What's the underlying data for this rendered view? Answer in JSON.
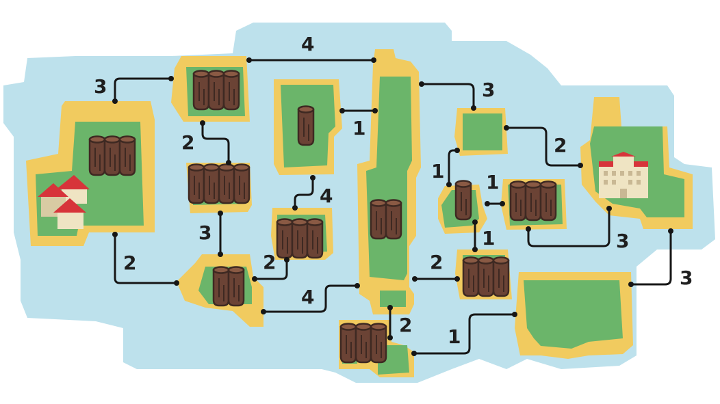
{
  "title": "",
  "colors": {
    "water": "#bde1ec",
    "sand": "#f1cb5f",
    "grass": "#6bb56a",
    "log": "#6b4335",
    "log_dark": "#3e2922",
    "log_end": "#8a5a44",
    "roof": "#d7343a",
    "wall": "#efe4c3",
    "route": "#161616"
  },
  "islands": [
    {
      "id": "village",
      "logs": 3,
      "building": "houses"
    },
    {
      "id": "nw",
      "logs": 3
    },
    {
      "id": "center-left",
      "logs": 4
    },
    {
      "id": "mid-small",
      "logs": 1
    },
    {
      "id": "bottom-left-center",
      "logs": 2
    },
    {
      "id": "center-small",
      "logs": 3
    },
    {
      "id": "long-center",
      "logs": 2
    },
    {
      "id": "bottom-center",
      "logs": 3
    },
    {
      "id": "right-top-small",
      "logs": 0
    },
    {
      "id": "right-mid-small",
      "logs": 1
    },
    {
      "id": "right-mid",
      "logs": 3
    },
    {
      "id": "right-bottom-small",
      "logs": 3
    },
    {
      "id": "manor",
      "logs": 0,
      "building": "manor"
    },
    {
      "id": "big-bottom-right",
      "logs": 0
    }
  ],
  "bridges": [
    {
      "id": "village-nw",
      "weight": "3"
    },
    {
      "id": "village-bottom-left-center",
      "weight": "2"
    },
    {
      "id": "nw-center-left",
      "weight": "2"
    },
    {
      "id": "nw-long-center",
      "weight": "4"
    },
    {
      "id": "center-left-bottom-left-center",
      "weight": "3"
    },
    {
      "id": "mid-small-long-center",
      "weight": "1"
    },
    {
      "id": "mid-small-center-small",
      "weight": "4"
    },
    {
      "id": "bottom-left-center-center-small",
      "weight": "2"
    },
    {
      "id": "bottom-left-center-long-center",
      "weight": "4"
    },
    {
      "id": "long-center-bottom-center",
      "weight": "2"
    },
    {
      "id": "long-center-right-top-small",
      "weight": "3"
    },
    {
      "id": "long-center-right-bottom-small",
      "weight": "2"
    },
    {
      "id": "right-top-small-manor",
      "weight": "2"
    },
    {
      "id": "right-top-small-right-mid-small",
      "weight": "1"
    },
    {
      "id": "right-mid-small-right-mid",
      "weight": "1"
    },
    {
      "id": "right-mid-small-right-bottom-small",
      "weight": "1"
    },
    {
      "id": "right-mid-manor",
      "weight": "3"
    },
    {
      "id": "manor-big-bottom-right",
      "weight": "3"
    },
    {
      "id": "bottom-center-big-bottom-right",
      "weight": "1"
    }
  ]
}
